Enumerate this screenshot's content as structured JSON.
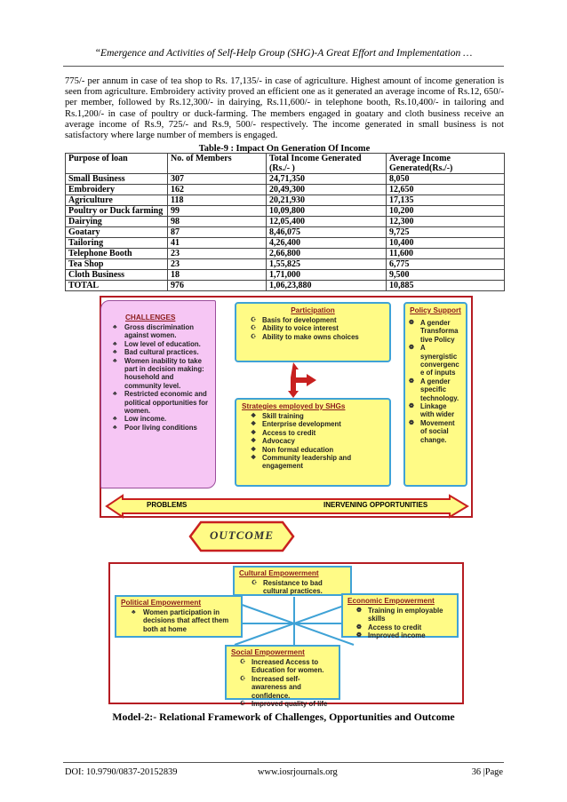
{
  "header": {
    "title": "“Emergence and Activities of Self-Help Group (SHG)-A Great Effort and Implementation …"
  },
  "paragraph": "775/- per annum in case of tea shop to Rs. 17,135/- in case of agriculture. Highest amount of income generation is seen from agriculture. Embroidery activity proved an efficient one as it generated an average income of Rs.12, 650/- per member, followed by Rs.12,300/- in dairying, Rs.11,600/- in telephone booth, Rs.10,400/- in tailoring and Rs.1,200/- in case of poultry or duck-farming. The members engaged in goatary and cloth business receive an average income of Rs.9, 725/- and Rs.9, 500/- respectively. The income generated in small business is not satisfactory where large number of members is engaged.",
  "table": {
    "title": "Table-9 : Impact On Generation Of Income",
    "headers": [
      "Purpose of loan",
      "No. of Members",
      "Total Income Generated (Rs./- )",
      "Average Income Generated(Rs./-)"
    ],
    "rows": [
      [
        "Small Business",
        "307",
        "24,71,350",
        "8,050"
      ],
      [
        "Embroidery",
        "162",
        "20,49,300",
        "12,650"
      ],
      [
        "Agriculture",
        "118",
        "20,21,930",
        "17,135"
      ],
      [
        "Poultry or Duck farming",
        "99",
        "10,09,800",
        "10,200"
      ],
      [
        "Dairying",
        "98",
        "12,05,400",
        "12,300"
      ],
      [
        "Goatary",
        "87",
        "8,46,075",
        "9,725"
      ],
      [
        "Tailoring",
        "41",
        "4,26,400",
        "10,400"
      ],
      [
        "Telephone Booth",
        "23",
        "2,66,800",
        "11,600"
      ],
      [
        "Tea Shop",
        "23",
        "1,55,825",
        "6,775"
      ],
      [
        "Cloth Business",
        "18",
        "1,71,000",
        "9,500"
      ],
      [
        "TOTAL",
        "976",
        "1,06,23,880",
        "10,885"
      ]
    ]
  },
  "diagram": {
    "challenges": {
      "title": "CHALLENGES",
      "items": [
        "Gross discrimination against women.",
        "Low level of education.",
        "Bad cultural practices.",
        "Women inability to take part in decision making: household and community level.",
        "Restricted economic and political opportunities for women.",
        "Low income.",
        "Poor living conditions"
      ]
    },
    "participation": {
      "title": "Participation",
      "items": [
        "Basis for development",
        "Ability to voice interest",
        "Ability to make owns choices"
      ]
    },
    "strategies": {
      "title": "Strategies employed by SHGs",
      "items": [
        "Skill training",
        "Enterprise development",
        "Access to credit",
        "Advocacy",
        "Non formal education",
        "Community leadership and engagement"
      ]
    },
    "policy": {
      "title": "Policy Support",
      "items": [
        "A gender Transforma tive Policy",
        "A synergistic convergenc e of inputs",
        "A gender specific technology.",
        "Linkage with wider",
        "Movement of social change."
      ]
    },
    "problems_label": "PROBLEMS",
    "opportunities_label": "INERVENING OPPORTUNITIES",
    "outcome_label": "OUTCOME",
    "cultural": {
      "title": "Cultural Empowerment",
      "items": [
        "Resistance to bad cultural practices."
      ]
    },
    "political": {
      "title": "Political Empowerment",
      "items": [
        "Women participation in decisions that affect them both at home"
      ]
    },
    "economic": {
      "title": "Economic Empowerment",
      "items": [
        "Training in employable skills",
        "Access to credit",
        "Improved income"
      ]
    },
    "social": {
      "title": "Social Empowerment",
      "items": [
        "Increased Access to Education for women.",
        "Increased self-awareness and confidence.",
        "Improved quality of life"
      ]
    },
    "caption": "Model-2:- Relational Framework of Challenges, Opportunities and Outcome"
  },
  "footer": {
    "doi": "DOI: 10.9790/0837-20152839",
    "site": "www.iosrjournals.org",
    "page": "36 |Page"
  },
  "colors": {
    "pink_box": "#f6c6f4",
    "yellow_box": "#fffb86",
    "blue_border": "#3fa2d6",
    "red_frame": "#b51c22",
    "red_arrow": "#c8201f"
  }
}
